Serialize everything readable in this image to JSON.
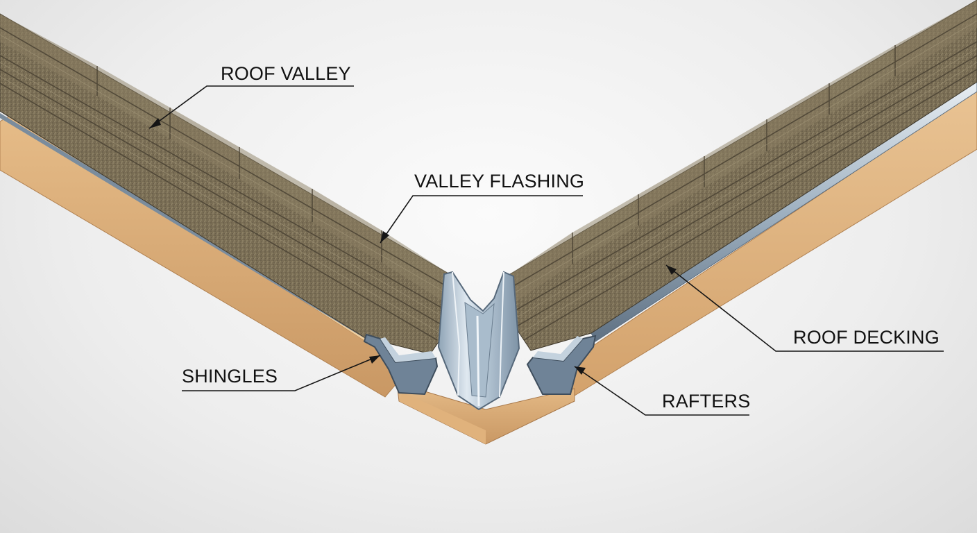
{
  "labels": {
    "roof_valley": "ROOF VALLEY",
    "valley_flashing": "VALLEY FLASHING",
    "shingles": "SHINGLES",
    "roof_decking": "ROOF DECKING",
    "rafters": "RAFTERS"
  },
  "colors": {
    "wood": "#dcae79",
    "metal": "#b8c8d6",
    "shingle": "#7d7157",
    "leader": "#151515"
  }
}
